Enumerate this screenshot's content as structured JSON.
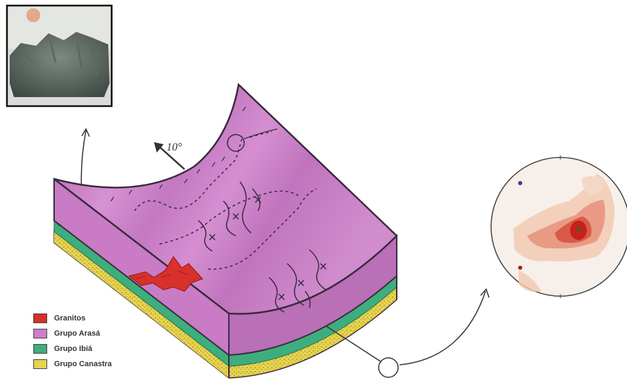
{
  "annotation": {
    "dip_angle": "10°"
  },
  "legend": {
    "items": [
      {
        "label": "Granitos",
        "color": "#d8302a"
      },
      {
        "label": "Grupo Arasá",
        "color": "#cc7ec8"
      },
      {
        "label": "Grupo Ibiá",
        "color": "#3eae7e"
      },
      {
        "label": "Grupo Canastra",
        "color": "#e6d34e"
      }
    ]
  },
  "colors": {
    "arasa": "#cc7ec8",
    "arasa_dark": "#b566b4",
    "ibia": "#3eae7e",
    "canastra": "#e6d34e",
    "granite": "#d8302a",
    "outline": "#3a2a3e",
    "stereonet_max": "#c8201a"
  }
}
